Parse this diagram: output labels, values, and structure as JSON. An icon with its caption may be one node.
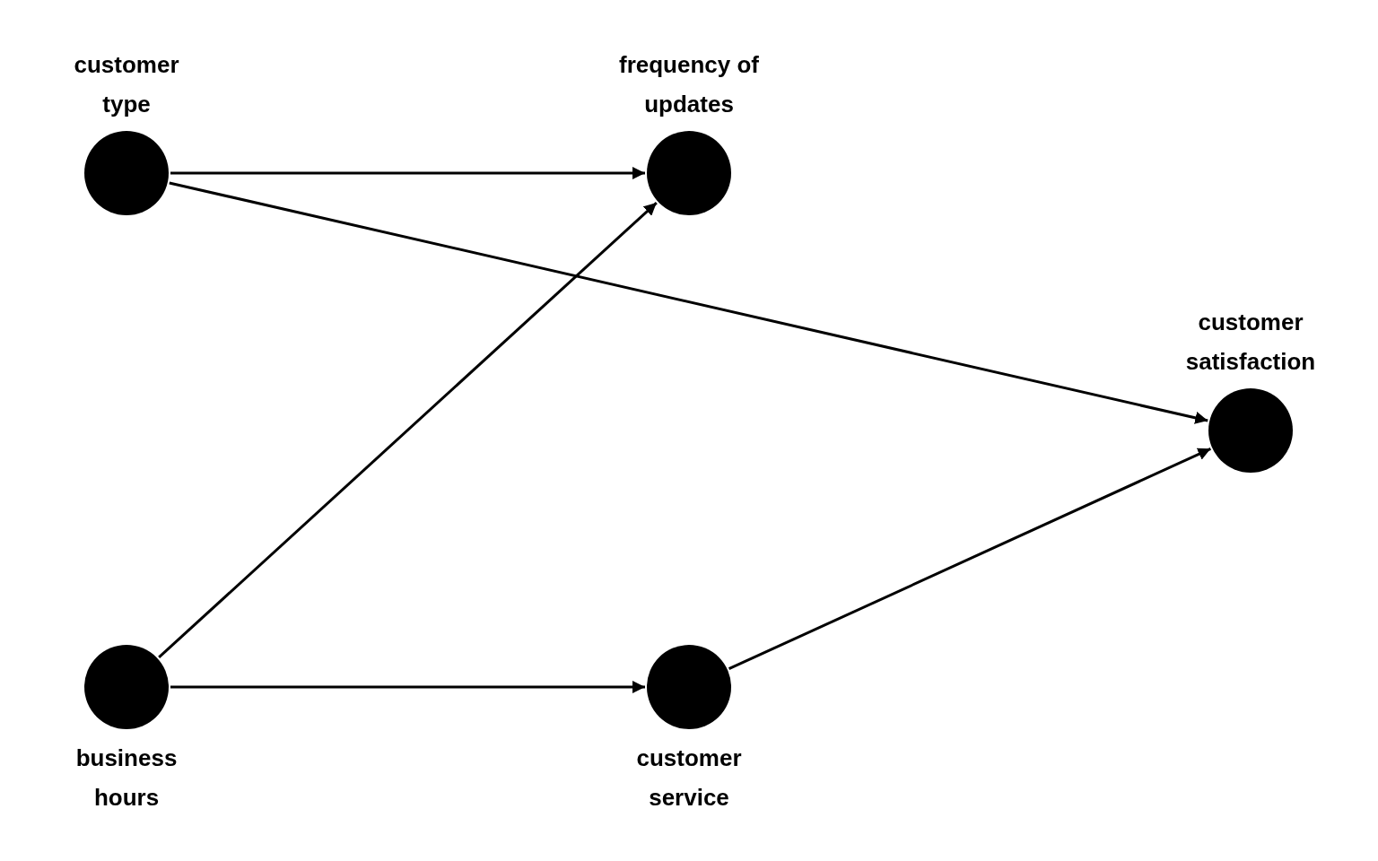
{
  "diagram": {
    "nodes": [
      {
        "text": [
          "customer type"
        ]
      },
      {
        "text": [
          "frequency of updates"
        ]
      },
      {
        "text": [
          "customer satisfaction"
        ]
      },
      {
        "text": [
          "business hours"
        ]
      },
      {
        "text": [
          "customer service"
        ]
      }
    ],
    "edges": [
      {
        "from": 0,
        "to": 1,
        "arrow": "to"
      },
      {
        "from": 0,
        "to": 2,
        "arrow": "to"
      },
      {
        "from": 3,
        "to": 1,
        "arrow": "to"
      },
      {
        "from": 3,
        "to": 4,
        "arrow": "to"
      },
      {
        "from": 4,
        "to": 2,
        "arrow": "to"
      }
    ]
  }
}
